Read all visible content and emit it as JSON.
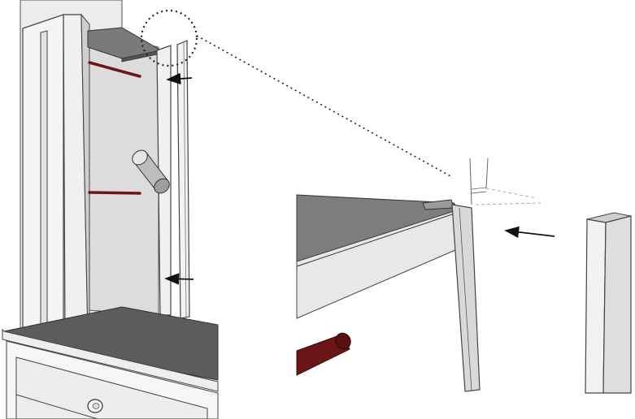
{
  "diagram": {
    "colors": {
      "background": "#ffffff",
      "outline": "#3a3a3a",
      "panel_light": "#f2f2f2",
      "panel_mid": "#d9d9d9",
      "panel_shade": "#c4c4c4",
      "wall": "#ebebeb",
      "top_dark": "#5e5e5e",
      "top_mid": "#808080",
      "rod": "#6b1616",
      "arrow": "#111111"
    },
    "icons": [
      "detail-callout-circle",
      "leader-line",
      "arrow-icon",
      "rod",
      "dowel",
      "knob"
    ]
  }
}
